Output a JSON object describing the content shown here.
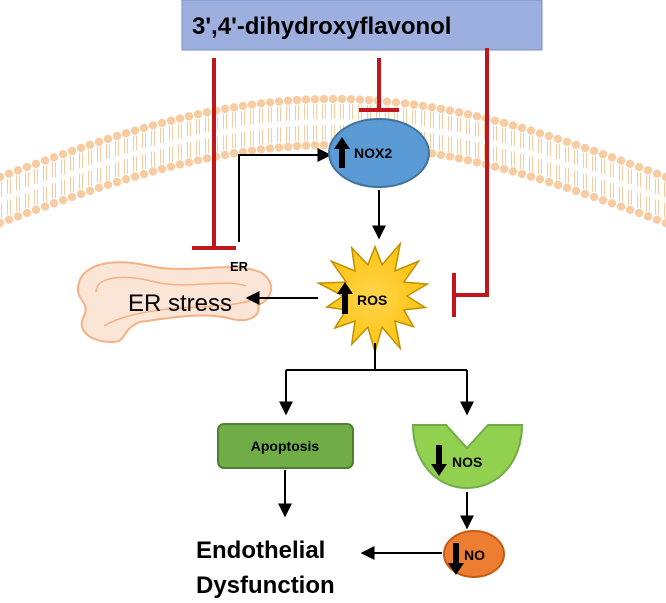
{
  "compound": "3',4'-dihydroxyflavonol",
  "nodes": {
    "nox2": "NOX2",
    "ros": "ROS",
    "er": "ER",
    "er_stress": "ER stress",
    "apoptosis": "Apoptosis",
    "nos": "NOS",
    "no": "NO",
    "outcome_line1": "Endothelial",
    "outcome_line2": "Dysfunction"
  },
  "colors": {
    "compound_box": "#9dafdf",
    "inhibit": "#c0161c",
    "nox2": "#5b9bd5",
    "ros": "#ffc000",
    "apoptosis": "#70ad47",
    "nos": "#92d050",
    "no": "#ed7d31",
    "membrane": "#f8cba0"
  },
  "icons": {
    "up": "arrow-up-icon",
    "down": "arrow-down-icon"
  }
}
